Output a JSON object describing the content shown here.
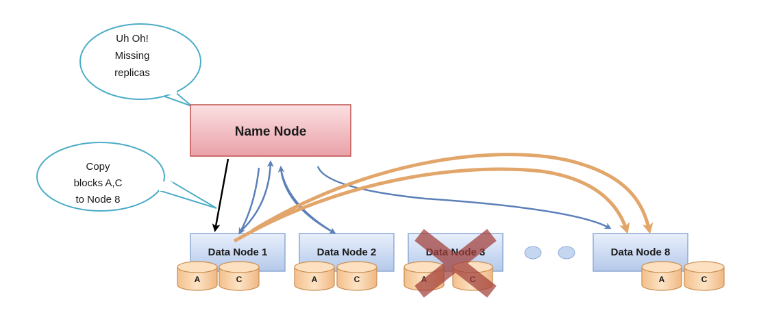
{
  "bubbles": {
    "missing": {
      "lines": [
        "Uh Oh!",
        "Missing",
        "replicas"
      ]
    },
    "copy": {
      "lines": [
        "Copy",
        "blocks A,C",
        "to Node 8"
      ]
    }
  },
  "name_node": {
    "label": "Name Node"
  },
  "data_nodes": [
    {
      "label": "Data Node 1",
      "blocks": [
        "A",
        "C"
      ],
      "failed": false
    },
    {
      "label": "Data Node 2",
      "blocks": [
        "A",
        "C"
      ],
      "failed": false
    },
    {
      "label": "Data Node 3",
      "blocks": [
        "A",
        "C"
      ],
      "failed": true
    },
    {
      "label": "Data Node 8",
      "blocks": [
        "A",
        "C"
      ],
      "failed": false
    }
  ],
  "colors": {
    "name_node_fill_top": "#fbe0e2",
    "name_node_fill_bottom": "#e9a1a8",
    "name_node_border": "#c0504d",
    "data_node_fill_top": "#e3ecfb",
    "data_node_fill_bottom": "#b5c9ea",
    "data_node_border": "#8eaad6",
    "bubble_border": "#4bacc6",
    "blue_arrow": "#5b7fb8",
    "orange_arrow": "#e2a66a",
    "command_arrow": "#000000",
    "cross": "#a23f3a",
    "disk_fill": "#fbd7ae",
    "disk_border": "#c98d4e",
    "ellipsis_dot": "#c5d6f1"
  }
}
